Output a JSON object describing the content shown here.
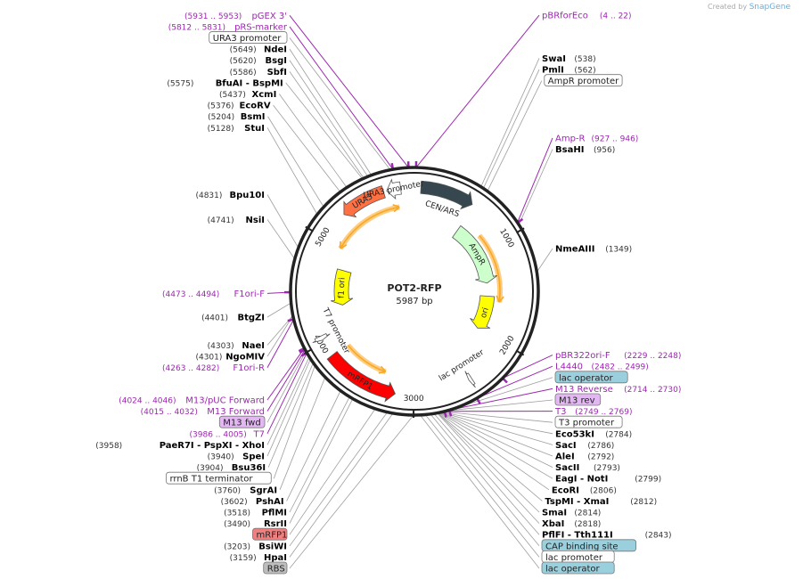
{
  "credit": {
    "prefix": "Created by",
    "brand": "SnapGene"
  },
  "plasmid": {
    "name": "POT2-RFP",
    "size_label": "5987 bp",
    "length": 5987
  },
  "ticks": [
    {
      "pos": 1000,
      "label": "1000"
    },
    {
      "pos": 2000,
      "label": "2000"
    },
    {
      "pos": 3000,
      "label": "3000"
    },
    {
      "pos": 4000,
      "label": "4000"
    },
    {
      "pos": 5000,
      "label": "5000"
    }
  ],
  "features": [
    {
      "name": "CEN/ARS",
      "start": 60,
      "end": 560,
      "ring": "outer",
      "dir": "fwd",
      "color": "#37474f"
    },
    {
      "name": "AmpR",
      "start": 585,
      "end": 1390,
      "ring": "inner",
      "dir": "fwd",
      "color": "#ccffcc"
    },
    {
      "name": "ori",
      "start": 1560,
      "end": 2000,
      "ring": "inner",
      "dir": "fwd",
      "color": "#ffff00"
    },
    {
      "name": "lac promoter",
      "start": 2440,
      "end": 2470,
      "ring": "outer",
      "dir": "fwd",
      "color": "#ffffff"
    },
    {
      "name": "mRFP1",
      "start": 3170,
      "end": 3860,
      "ring": "outer",
      "dir": "rev",
      "color": "#ff0000"
    },
    {
      "name": "T7 promoter",
      "start": 4025,
      "end": 4065,
      "ring": "outer",
      "dir": "rev",
      "color": "#ffffff"
    },
    {
      "name": "f1 ori",
      "start": 4310,
      "end": 4760,
      "ring": "inner",
      "dir": "rev",
      "color": "#ffff00"
    },
    {
      "name": "URA3",
      "start": 5280,
      "end": 5700,
      "ring": "outer",
      "dir": "rev",
      "color": "#ff7043"
    },
    {
      "name": "URA3 promoter",
      "start": 5730,
      "end": 5860,
      "ring": "outer",
      "dir": "rev",
      "color": "#ffffff"
    }
  ],
  "orf_arcs": [
    {
      "start": 4990,
      "end": 5520,
      "dir": "rev"
    },
    {
      "start": 5300,
      "end": 5820,
      "dir": "fwd"
    },
    {
      "start": 820,
      "end": 1620,
      "dir": "fwd"
    },
    {
      "start": 3320,
      "end": 3840,
      "dir": "rev"
    }
  ],
  "labels": [
    {
      "pos": 540,
      "name": "SwaI",
      "coord": "(538)",
      "kind": "site"
    },
    {
      "pos": 562,
      "name": "PmlI",
      "coord": "(562)",
      "kind": "site"
    },
    {
      "pos": 600,
      "name": "AmpR promoter",
      "coord": "",
      "kind": "box",
      "fill": "#ffffff"
    },
    {
      "pos": 936,
      "name": "Amp-R",
      "coord": "(927 .. 946)",
      "kind": "primer"
    },
    {
      "pos": 956,
      "name": "BsaHI",
      "coord": "(956)",
      "kind": "site"
    },
    {
      "pos": 1349,
      "name": "NmeAIII",
      "coord": "(1349)",
      "kind": "site"
    },
    {
      "pos": 2238,
      "name": "pBR322ori-F",
      "coord": "(2229 .. 2248)",
      "kind": "primer"
    },
    {
      "pos": 2490,
      "name": "L4440",
      "coord": "(2482 .. 2499)",
      "kind": "primer"
    },
    {
      "pos": 2700,
      "name": "lac operator",
      "coord": "",
      "kind": "box",
      "fill": "#9ad0dd"
    },
    {
      "pos": 2722,
      "name": "M13 Reverse",
      "coord": "(2714 .. 2730)",
      "kind": "primer"
    },
    {
      "pos": 2740,
      "name": "M13 rev",
      "coord": "",
      "kind": "box",
      "fill": "#e3b8f2"
    },
    {
      "pos": 2759,
      "name": "T3",
      "coord": "(2749 .. 2769)",
      "kind": "primer"
    },
    {
      "pos": 2770,
      "name": "T3 promoter",
      "coord": "",
      "kind": "box",
      "fill": "#ffffff"
    },
    {
      "pos": 2784,
      "name": "Eco53kI",
      "coord": "(2784)",
      "kind": "site"
    },
    {
      "pos": 2786,
      "name": "SacI",
      "coord": "(2786)",
      "kind": "site"
    },
    {
      "pos": 2792,
      "name": "AleI",
      "coord": "(2792)",
      "kind": "site"
    },
    {
      "pos": 2793,
      "name": "SacII",
      "coord": "(2793)",
      "kind": "site"
    },
    {
      "pos": 2799,
      "name": "EagI  - NotI",
      "coord": "(2799)",
      "kind": "site"
    },
    {
      "pos": 2806,
      "name": "EcoRI",
      "coord": "(2806)",
      "kind": "site"
    },
    {
      "pos": 2812,
      "name": "TspMI  - XmaI",
      "coord": "(2812)",
      "kind": "site"
    },
    {
      "pos": 2814,
      "name": "SmaI",
      "coord": "(2814)",
      "kind": "site"
    },
    {
      "pos": 2818,
      "name": "XbaI",
      "coord": "(2818)",
      "kind": "site"
    },
    {
      "pos": 2843,
      "name": "PflFI  - Tth111I",
      "coord": "(2843)",
      "kind": "site"
    },
    {
      "pos": 2870,
      "name": "CAP binding site",
      "coord": "",
      "kind": "box",
      "fill": "#9ad0dd"
    },
    {
      "pos": 2910,
      "name": "lac promoter",
      "coord": "",
      "kind": "box",
      "fill": "#ffffff"
    },
    {
      "pos": 2950,
      "name": "lac operator",
      "coord": "",
      "kind": "box",
      "fill": "#9ad0dd"
    },
    {
      "pos": 3000,
      "name": "RBS",
      "coord": "",
      "kind": "box",
      "fill": "#bdbdbd"
    },
    {
      "pos": 3159,
      "name": "HpaI",
      "coord": "(3159)",
      "kind": "site"
    },
    {
      "pos": 3203,
      "name": "BsiWI",
      "coord": "(3203)",
      "kind": "site"
    },
    {
      "pos": 3300,
      "name": "mRFP1",
      "coord": "",
      "kind": "box",
      "fill": "#f08080"
    },
    {
      "pos": 3490,
      "name": "RsrII",
      "coord": "(3490)",
      "kind": "site"
    },
    {
      "pos": 3518,
      "name": "PflMI",
      "coord": "(3518)",
      "kind": "site"
    },
    {
      "pos": 3602,
      "name": "PshAI",
      "coord": "(3602)",
      "kind": "site"
    },
    {
      "pos": 3760,
      "name": "SgrAI",
      "coord": "(3760)",
      "kind": "site"
    },
    {
      "pos": 3880,
      "name": "rrnB T1 terminator",
      "coord": "",
      "kind": "box",
      "fill": "#ffffff"
    },
    {
      "pos": 3904,
      "name": "Bsu36I",
      "coord": "(3904)",
      "kind": "site"
    },
    {
      "pos": 3940,
      "name": "SpeI",
      "coord": "(3940)",
      "kind": "site"
    },
    {
      "pos": 3958,
      "name": "PaeR7I  - PspXI  - XhoI",
      "coord": "(3958)",
      "kind": "site"
    },
    {
      "pos": 3995,
      "name": "T7",
      "coord": "(3986 .. 4005)",
      "kind": "primer"
    },
    {
      "pos": 4010,
      "name": "M13 fwd",
      "coord": "",
      "kind": "box",
      "fill": "#e3b8f2"
    },
    {
      "pos": 4023,
      "name": "M13 Forward",
      "coord": "(4015 .. 4032)",
      "kind": "primer"
    },
    {
      "pos": 4035,
      "name": "M13/pUC Forward",
      "coord": "(4024 .. 4046)",
      "kind": "primer"
    },
    {
      "pos": 4272,
      "name": "F1ori-R",
      "coord": "(4263 .. 4282)",
      "kind": "primer"
    },
    {
      "pos": 4301,
      "name": "NgoMIV",
      "coord": "(4301)",
      "kind": "site"
    },
    {
      "pos": 4303,
      "name": "NaeI",
      "coord": "(4303)",
      "kind": "site"
    },
    {
      "pos": 4401,
      "name": "BtgZI",
      "coord": "(4401)",
      "kind": "site"
    },
    {
      "pos": 4483,
      "name": "F1ori-F",
      "coord": "(4473 .. 4494)",
      "kind": "primer"
    },
    {
      "pos": 4741,
      "name": "NsiI",
      "coord": "(4741)",
      "kind": "site"
    },
    {
      "pos": 4831,
      "name": "Bpu10I",
      "coord": "(4831)",
      "kind": "site"
    },
    {
      "pos": 5128,
      "name": "StuI",
      "coord": "(5128)",
      "kind": "site"
    },
    {
      "pos": 5204,
      "name": "BsmI",
      "coord": "(5204)",
      "kind": "site"
    },
    {
      "pos": 5376,
      "name": "EcoRV",
      "coord": "(5376)",
      "kind": "site"
    },
    {
      "pos": 5437,
      "name": "XcmI",
      "coord": "(5437)",
      "kind": "site"
    },
    {
      "pos": 5575,
      "name": "BfuAI  - BspMI",
      "coord": "(5575)",
      "kind": "site"
    },
    {
      "pos": 5586,
      "name": "SbfI",
      "coord": "(5586)",
      "kind": "site"
    },
    {
      "pos": 5620,
      "name": "BsgI",
      "coord": "(5620)",
      "kind": "site"
    },
    {
      "pos": 5649,
      "name": "NdeI",
      "coord": "(5649)",
      "kind": "site"
    },
    {
      "pos": 5800,
      "name": "URA3 promoter",
      "coord": "",
      "kind": "box",
      "fill": "#ffffff"
    },
    {
      "pos": 5821,
      "name": "pRS-marker",
      "coord": "(5812 .. 5831)",
      "kind": "primer"
    },
    {
      "pos": 5942,
      "name": "pGEX 3'",
      "coord": "(5931 .. 5953)",
      "kind": "primer"
    },
    {
      "pos": 13,
      "name": "pBRforEco",
      "coord": "(4 .. 22)",
      "kind": "primer"
    }
  ],
  "colors": {
    "primer": "#9c27b0",
    "site": "#000000",
    "coord": "#333333",
    "ring": "#222222",
    "line": "#9e9e9e",
    "orf": "#ffcc80",
    "orf_line": "#f9a825"
  }
}
